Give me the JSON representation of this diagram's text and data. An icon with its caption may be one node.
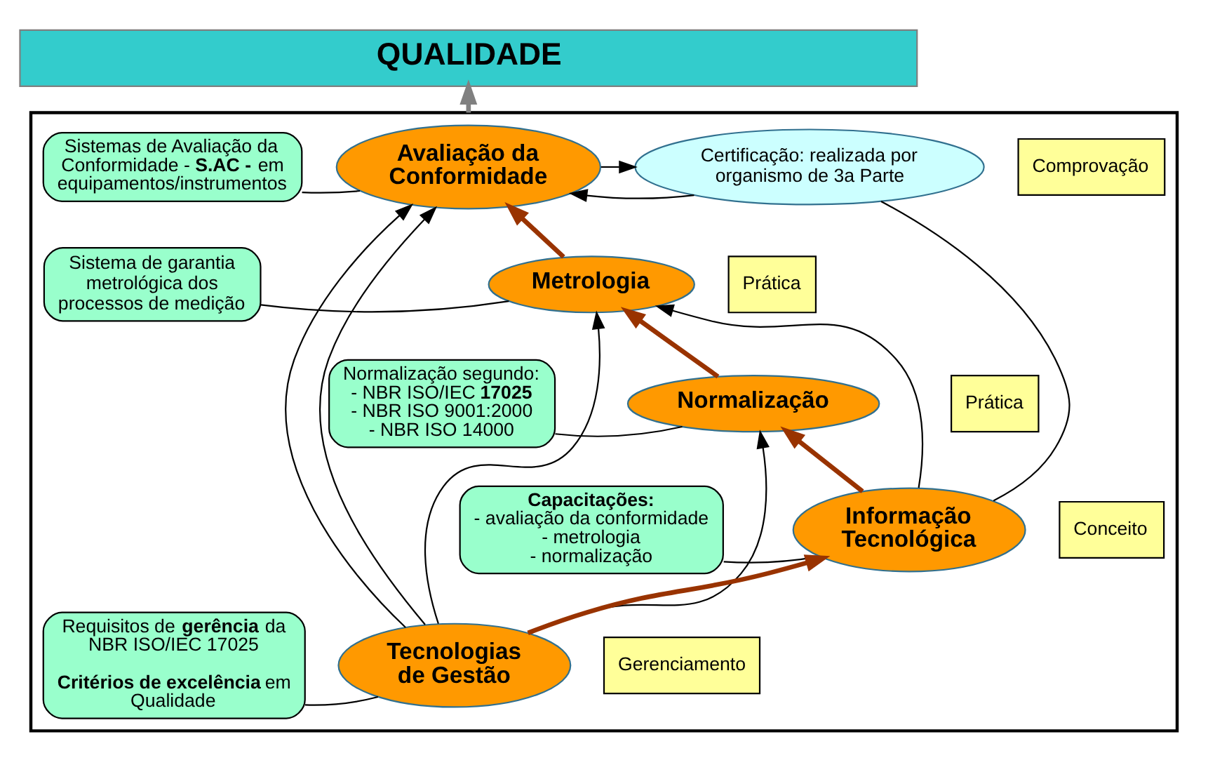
{
  "diagram": {
    "nodes": [
      {
        "text": [
          "QUALIDADE"
        ]
      },
      {
        "text": [],
        "shape": "box"
      },
      {
        "text": [
          "Sistemas de Avaliação da Conformidade - **S.AC -** em equipamentos/instrumentos"
        ],
        "in": 1
      },
      {
        "text": [
          "Avaliação da Conformidade"
        ],
        "in": 1
      },
      {
        "text": [
          "Certificação: realizada por organismo de 3a Parte"
        ],
        "in": 1
      },
      {
        "text": [
          "Comprovação"
        ],
        "in": 1
      },
      {
        "text": [
          "Sistema de garantia metrológica dos processos de medição"
        ],
        "in": 1
      },
      {
        "text": [
          "Metrologia"
        ],
        "in": 1
      },
      {
        "text": [
          "Prática"
        ],
        "in": 1
      },
      {
        "text": [
          "Normalização segundo: - NBR ISO/IEC **17025** - NBR ISO 9001:2000 - NBR ISO 14000"
        ],
        "in": 1
      },
      {
        "text": [
          "Normalização"
        ],
        "in": 1
      },
      {
        "text": [
          "Prática"
        ],
        "in": 1
      },
      {
        "text": [
          "Capacitações:",
          "- avaliação da conformidade - metrologia - normalização"
        ],
        "in": 1
      },
      {
        "text": [
          "Informação Tecnológica"
        ],
        "in": 1
      },
      {
        "text": [
          "Conceito"
        ],
        "in": 1
      },
      {
        "text": [
          "Requisitos de **gerência** da NBR ISO/IEC 17025",
          "**Critérios de excelência** em Qualidade"
        ],
        "in": 1
      },
      {
        "text": [
          "Tecnologias de Gestão"
        ],
        "in": 1
      },
      {
        "text": [
          "Gerenciamento"
        ],
        "in": 1
      }
    ],
    "edges": [
      {
        "from": 1,
        "to": 0,
        "arrow": "to",
        "style": "thick",
        "color": "#808080"
      },
      {
        "from": 2,
        "to": 3,
        "arrow": "none"
      },
      {
        "from": 6,
        "to": 7,
        "arrow": "none"
      },
      {
        "from": 9,
        "to": 10,
        "arrow": "none"
      },
      {
        "from": 12,
        "to": 13,
        "arrow": "none"
      },
      {
        "from": 15,
        "to": 16,
        "arrow": "none"
      },
      {
        "from": 7,
        "to": 3,
        "arrow": "to",
        "style": "thick",
        "color": "#993300"
      },
      {
        "from": 10,
        "to": 7,
        "arrow": "to",
        "style": "thick",
        "color": "#993300"
      },
      {
        "from": 13,
        "to": 10,
        "arrow": "to",
        "style": "thick",
        "color": "#993300"
      },
      {
        "from": 16,
        "to": 13,
        "arrow": "to",
        "style": "thick",
        "color": "#993300"
      },
      {
        "from": 3,
        "to": 4,
        "arrow": "to"
      },
      {
        "from": 4,
        "to": 3,
        "arrow": "to"
      },
      {
        "from": 13,
        "to": 4,
        "arrow": "none"
      },
      {
        "from": 13,
        "to": 7,
        "arrow": "to"
      },
      {
        "from": 16,
        "to": 3,
        "arrow": "to"
      },
      {
        "from": 16,
        "to": 3,
        "arrow": "to"
      },
      {
        "from": 16,
        "to": 7,
        "arrow": "to"
      },
      {
        "from": 16,
        "to": 10,
        "arrow": "to"
      }
    ]
  }
}
